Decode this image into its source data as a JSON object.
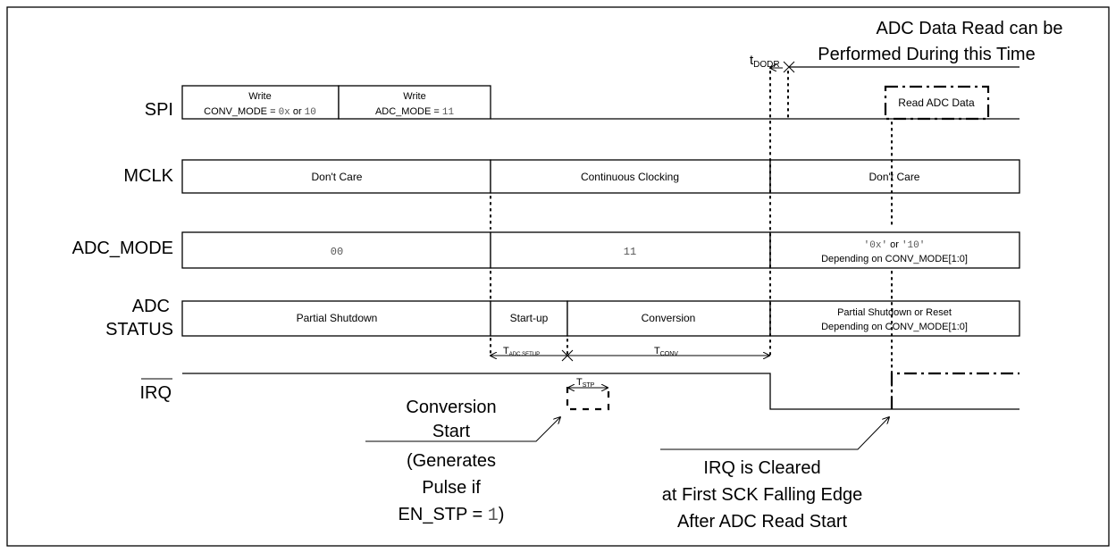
{
  "signals": {
    "spi": "SPI",
    "mclk": "MCLK",
    "adc_mode": "ADC_MODE",
    "adc_status_1": "ADC",
    "adc_status_2": "STATUS",
    "irq": "IRQ"
  },
  "spi": {
    "write1_title": "Write",
    "write1_text": "CONV_MODE = ",
    "write1_val_a": "0x",
    "write1_or": " or ",
    "write1_val_b": "10",
    "write2_title": "Write",
    "write2_text": "ADC_MODE = ",
    "write2_val": "11",
    "read": "Read ADC Data"
  },
  "mclk": {
    "seg1": "Don't Care",
    "seg2": "Continuous Clocking",
    "seg3": "Don't Care"
  },
  "adc_mode": {
    "seg1": "00",
    "seg2": "11",
    "seg3_val_a": "'0x'",
    "seg3_or": " or ",
    "seg3_val_b": "'10'",
    "seg3_line2": "Depending on CONV_MODE[1:0]"
  },
  "adc_status": {
    "seg1": "Partial Shutdown",
    "seg2": "Start-up",
    "seg3": "Conversion",
    "seg4_line1": "Partial Shutdown or Reset",
    "seg4_line2": "Depending on CONV_MODE[1:0]"
  },
  "timing": {
    "t_adc_setup_main": "T",
    "t_adc_setup_sub": "ADC SETUP",
    "t_conv_main": "T",
    "t_conv_sub": "CONV",
    "t_stp_main": "T",
    "t_stp_sub": "STP",
    "t_dodr_main": "t",
    "t_dodr_sub": "DODR"
  },
  "annotations": {
    "read_window_1": "ADC Data Read can be",
    "read_window_2": "Performed During this Time",
    "conv_start_1": "Conversion",
    "conv_start_2": "Start",
    "conv_start_3": "(Generates",
    "conv_start_4": "Pulse if",
    "conv_start_5": "EN_STP = ",
    "conv_start_5_val": "1",
    "conv_start_5_close": ")",
    "irq_clear_1": "IRQ is Cleared",
    "irq_clear_2": "at First SCK Falling Edge",
    "irq_clear_3": "After ADC Read Start"
  }
}
